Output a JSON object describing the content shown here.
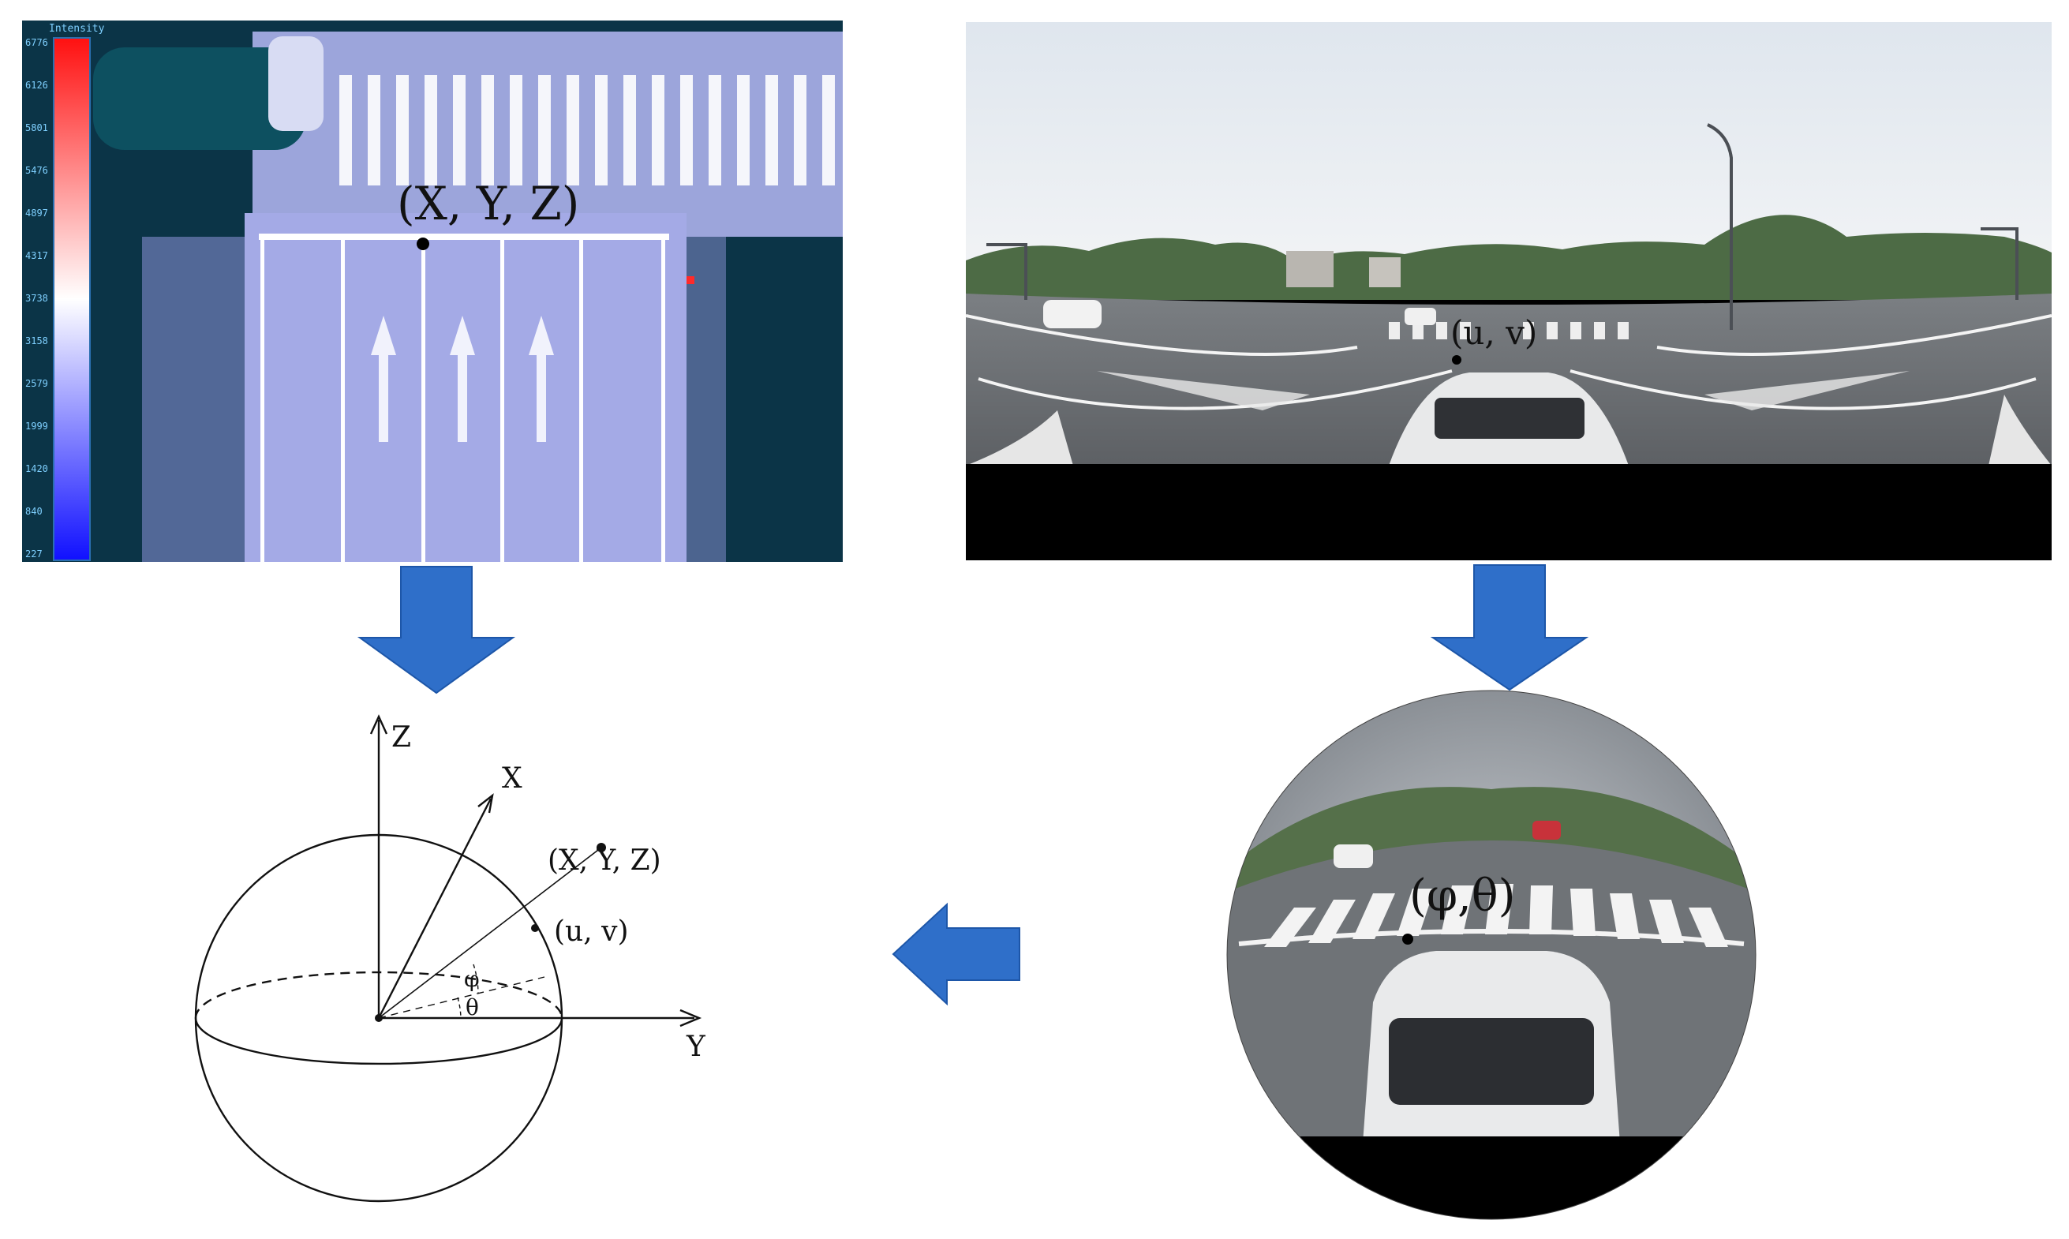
{
  "point_cloud": {
    "colorbar_title": "Intensity",
    "colorbar_ticks": [
      "6776",
      "6126",
      "5801",
      "5476",
      "4897",
      "4317",
      "3738",
      "3158",
      "2579",
      "1999",
      "1420",
      "840",
      "227"
    ],
    "point_label": "(X, Y, Z)"
  },
  "panorama": {
    "point_label": "(u, v)"
  },
  "fisheye": {
    "point_label": "(φ,θ)"
  },
  "sphere_diagram": {
    "axis_z": "Z",
    "axis_x": "X",
    "axis_y": "Y",
    "point_xyz": "(X, Y, Z)",
    "point_uv": "(u, v)",
    "angle_phi": "φ",
    "angle_theta": "θ"
  },
  "colors": {
    "arrow": "#2f6fc9",
    "arrow_edge": "#1d56a8",
    "ink": "#111111",
    "cloud_bg": "#0b3447",
    "cloud_road": "#a9afe8"
  }
}
